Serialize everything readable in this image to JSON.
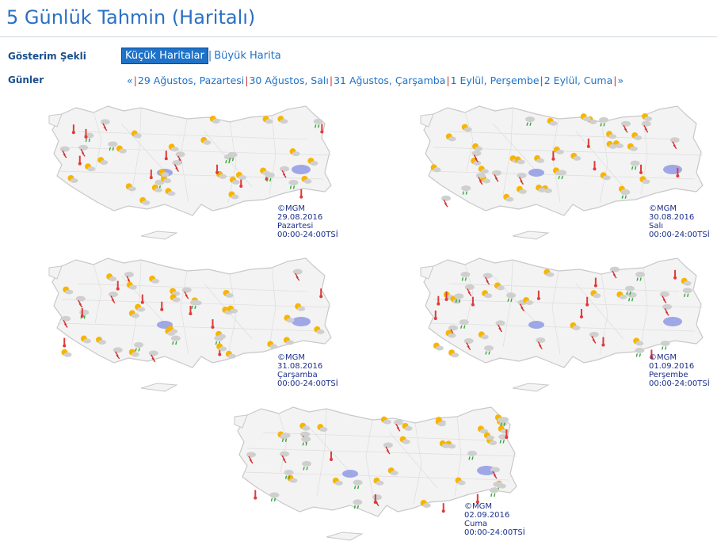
{
  "page_title": "5 Günlük Tahmin (Haritalı)",
  "display_mode": {
    "label": "Gösterim Şekli",
    "options": [
      "Küçük Haritalar",
      "Büyük Harita"
    ],
    "selected": "Küçük Haritalar"
  },
  "days": {
    "label": "Günler",
    "prev": "«",
    "next": "»",
    "items": [
      "29 Ağustos, Pazartesi",
      "30 Ağustos, Salı",
      "31 Ağustos, Çarşamba",
      "1 Eylül, Perşembe",
      "2 Eylül, Cuma"
    ]
  },
  "maps": [
    {
      "copyright": "©MGM",
      "date": "29.08.2016",
      "day": "Pazartesi",
      "time": "00:00-24:00TSİ"
    },
    {
      "copyright": "©MGM",
      "date": "30.08.2016",
      "day": "Salı",
      "time": "00:00-24:00TSİ"
    },
    {
      "copyright": "©MGM",
      "date": "31.08.2016",
      "day": "Çarşamba",
      "time": "00:00-24:00TSİ"
    },
    {
      "copyright": "©MGM",
      "date": "01.09.2016",
      "day": "Perşembe",
      "time": "00:00-24:00TSİ"
    },
    {
      "copyright": "©MGM",
      "date": "02.09.2016",
      "day": "Cuma",
      "time": "00:00-24:00TSİ"
    }
  ],
  "colors": {
    "accent": "#1e72c8",
    "land": "#f3f3f3",
    "border": "#c8c8c8",
    "lake": "#9fa7e6",
    "sun": "#f7b500",
    "cloud": "#cfcfcf",
    "rain": "#35a83a",
    "storm": "#d4302f",
    "hot": "#e03a3a"
  }
}
